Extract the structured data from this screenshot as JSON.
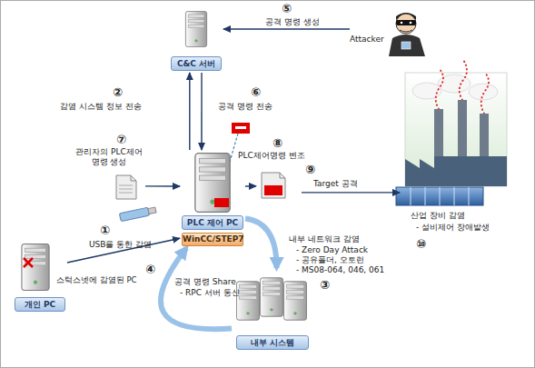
{
  "diagram": {
    "nodes": [
      {
        "text": [
          "C&C 서버"
        ]
      },
      {
        "text": [
          "Attacker"
        ]
      },
      {
        "text": [
          "관리자의 PLC제어 명령 생성"
        ]
      },
      {
        "text": [
          "PLC 제어 PC"
        ]
      },
      {
        "text": [
          "WinCC/STEP7"
        ],
        "in": 3
      },
      {
        "text": [
          "PLC제어명령 변조"
        ]
      },
      {
        "text": [
          "산업 장비 감염",
          "- 설비제어 장애발생"
        ]
      },
      {
        "text": [
          "스턱스넷에 감염된 PC",
          "개인 PC"
        ]
      },
      {
        "text": [
          "내부 시스템"
        ]
      }
    ],
    "edges": [
      {
        "from": 1,
        "to": 0,
        "label": "공격 명령 생성",
        "arrow": "to"
      },
      {
        "from": 3,
        "to": 0,
        "label": "감염 시스템 정보 전송",
        "arrow": "to"
      },
      {
        "from": 0,
        "to": 3,
        "label": "공격 명령 전송",
        "arrow": "to"
      },
      {
        "from": 2,
        "to": 3,
        "arrow": "to"
      },
      {
        "from": 3,
        "to": 5,
        "arrow": "to"
      },
      {
        "from": 5,
        "to": 6,
        "label": "Target 공격",
        "arrow": "to"
      },
      {
        "from": 7,
        "to": 3,
        "label": "USB를 통한 감염",
        "arrow": "to"
      },
      {
        "from": 3,
        "to": 8,
        "arrow": "to"
      },
      {
        "from": 8,
        "to": 3,
        "arrow": "to"
      }
    ],
    "labels": [
      "①",
      "②",
      "③",
      "④",
      "⑤",
      "⑥",
      "⑦",
      "⑧",
      "⑨",
      "⑩",
      "내부 네트워크 감염",
      "- Zero Day Attack",
      "- 공유폴더, 오토런",
      "- MS08-064, 046, 061",
      "공격 명령 Share",
      "- RPC 서버 통신"
    ]
  }
}
